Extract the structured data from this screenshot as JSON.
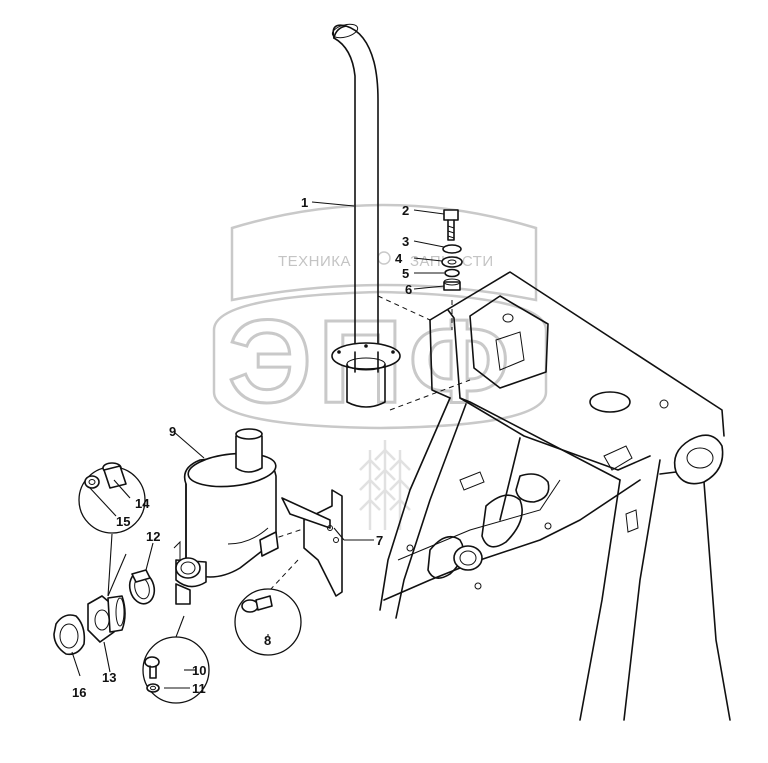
{
  "watermark": {
    "line1": "ТЕХНИКА",
    "line2": "ЗАПЧАСТИ",
    "logo": "ЭПФ"
  },
  "parts": [
    {
      "id": "1",
      "name": "exhaust-stack"
    },
    {
      "id": "2",
      "name": "bolt"
    },
    {
      "id": "3",
      "name": "washer"
    },
    {
      "id": "4",
      "name": "washer"
    },
    {
      "id": "5",
      "name": "lock-washer"
    },
    {
      "id": "6",
      "name": "nut"
    },
    {
      "id": "7",
      "name": "bracket"
    },
    {
      "id": "8",
      "name": "bolt"
    },
    {
      "id": "9",
      "name": "muffler"
    },
    {
      "id": "10",
      "name": "bolt"
    },
    {
      "id": "11",
      "name": "washer"
    },
    {
      "id": "12",
      "name": "clamp"
    },
    {
      "id": "13",
      "name": "flange"
    },
    {
      "id": "14",
      "name": "bolt"
    },
    {
      "id": "15",
      "name": "washer"
    },
    {
      "id": "16",
      "name": "gasket"
    }
  ],
  "colors": {
    "ink": "#111111",
    "watermark": "#c9c9c9",
    "background": "#ffffff"
  }
}
